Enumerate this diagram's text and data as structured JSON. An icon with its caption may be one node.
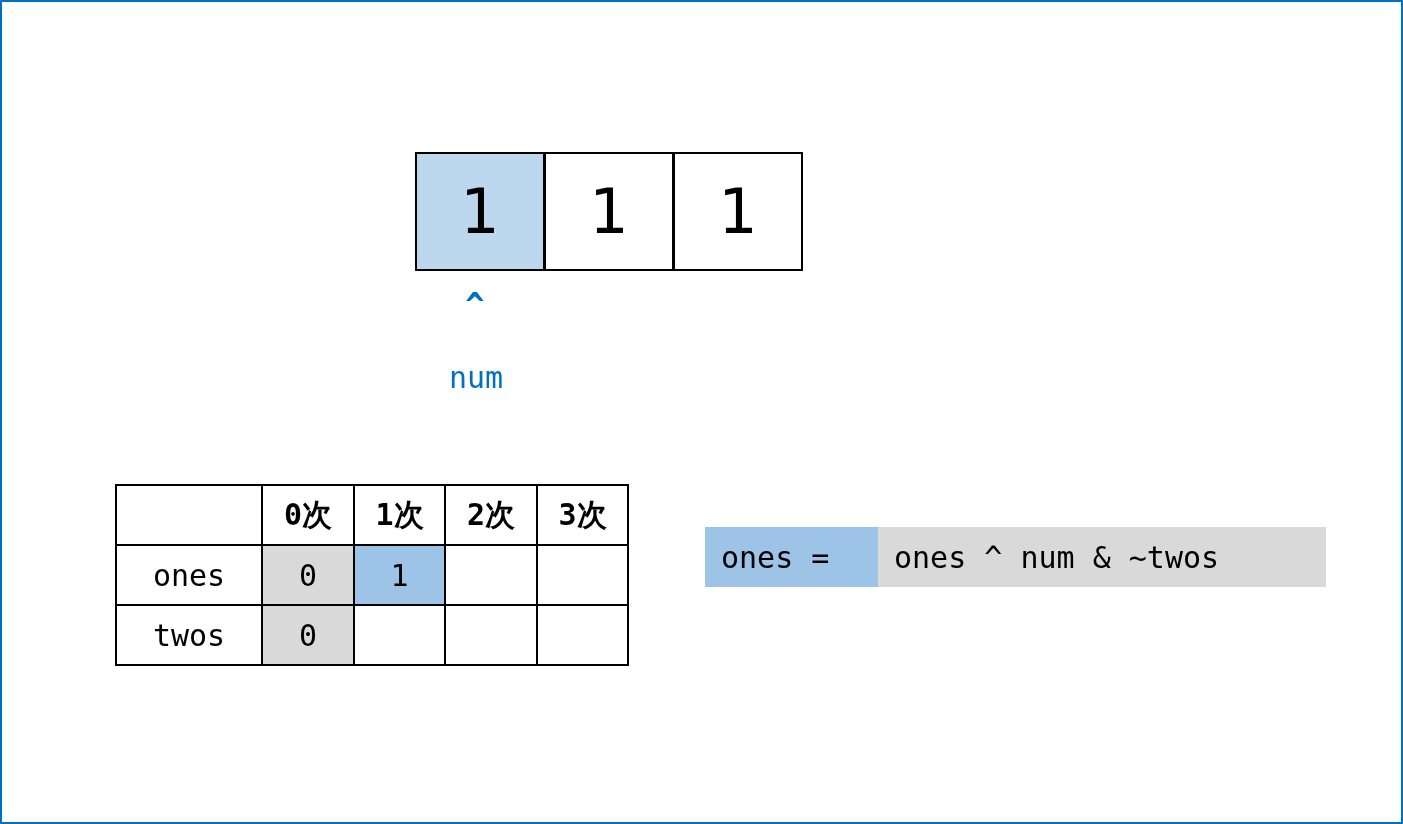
{
  "diagram": {
    "nodes": [
      {
        "text": [
          "1"
        ]
      },
      {
        "text": [
          "1"
        ]
      },
      {
        "text": [
          "1"
        ]
      },
      {
        "text": [
          "ones ="
        ]
      },
      {
        "text": [
          "ones ^ num & ~twos"
        ]
      }
    ],
    "edges": [],
    "labels": [
      "^",
      "num",
      "0次",
      "1次",
      "2次",
      "3次",
      "ones",
      "0",
      "1",
      "twos",
      "0"
    ]
  }
}
